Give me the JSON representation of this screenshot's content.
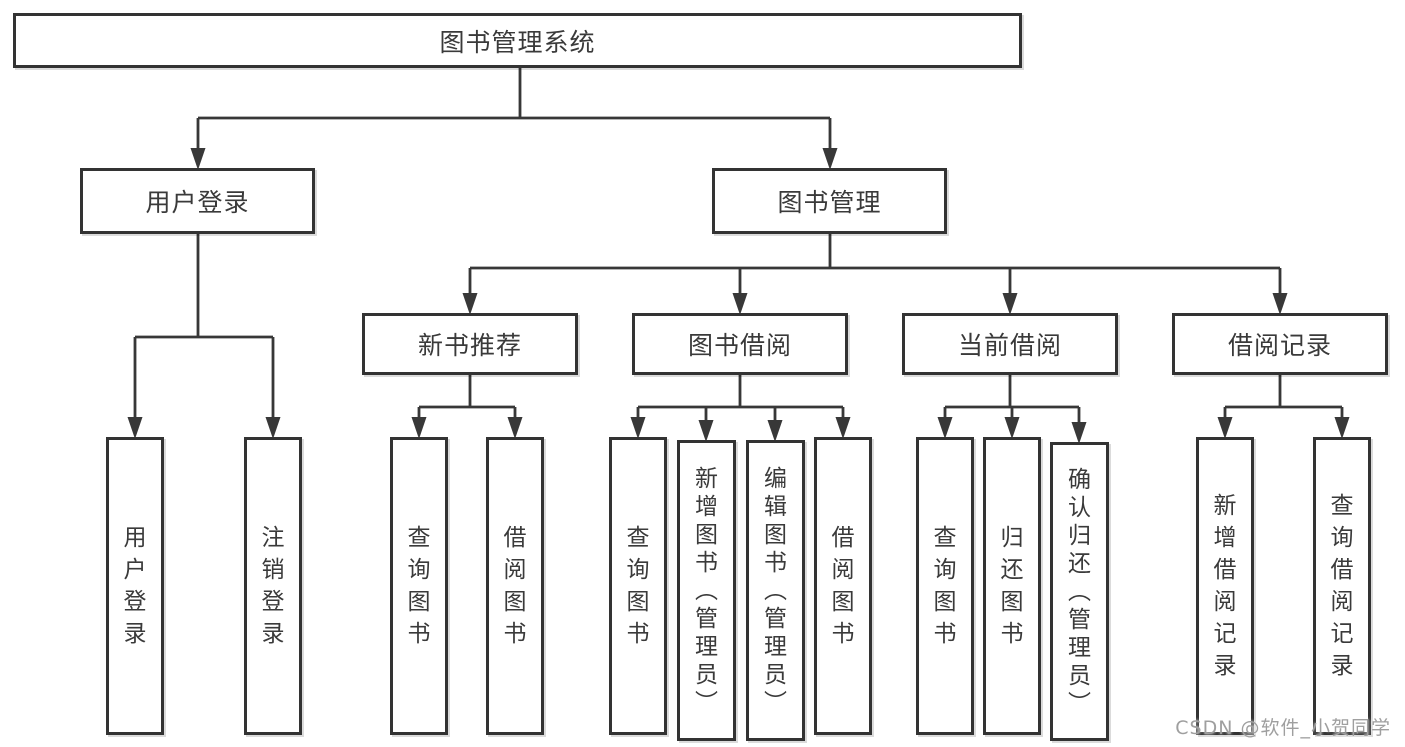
{
  "diagram": {
    "root": "图书管理系统",
    "branches": [
      {
        "label": "用户登录",
        "leaves": [
          "用户登录",
          "注销登录"
        ]
      },
      {
        "label": "图书管理",
        "sections": [
          {
            "label": "新书推荐",
            "leaves": [
              "查询图书",
              "借阅图书"
            ]
          },
          {
            "label": "图书借阅",
            "leaves": [
              "查询图书",
              "新增图书（管理员）",
              "编辑图书（管理员）",
              "借阅图书"
            ]
          },
          {
            "label": "当前借阅",
            "leaves": [
              "查询图书",
              "归还图书",
              "确认归还（管理员）"
            ]
          },
          {
            "label": "借阅记录",
            "leaves": [
              "新增借阅记录",
              "查询借阅记录"
            ]
          }
        ]
      }
    ]
  },
  "colors": {
    "line": "#383838",
    "box_border": "#333333",
    "text": "#3a3a3a",
    "watermark": "#9f9f9f",
    "background": "#ffffff"
  },
  "watermark": {
    "text": "CSDN @软件_小贺同学"
  }
}
